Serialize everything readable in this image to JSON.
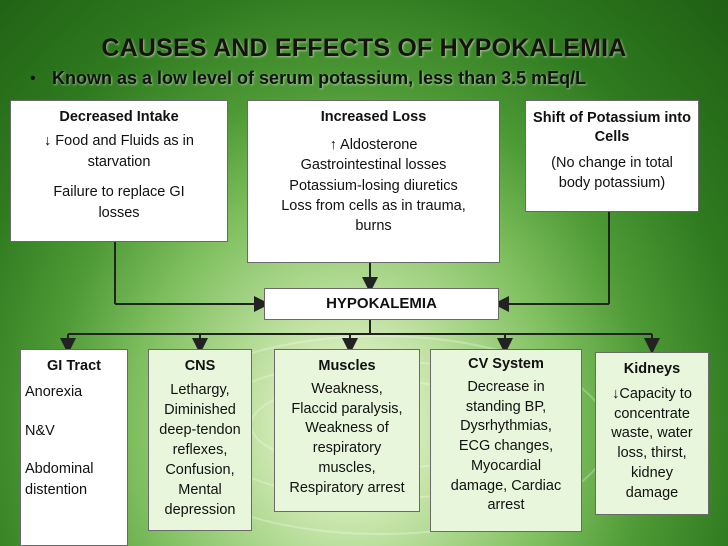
{
  "title": "CAUSES AND EFFECTS OF HYPOKALEMIA",
  "bullet": "Known as a low level of serum potassium, less than 3.5 mEq/L",
  "causes": [
    {
      "heading": "Decreased Intake",
      "lines": [
        "↓ Food and Fluids as in",
        "starvation",
        "",
        "Failure to replace GI",
        "losses"
      ]
    },
    {
      "heading": "Increased Loss",
      "lines": [
        "↑ Aldosterone",
        "Gastrointestinal losses",
        "Potassium-losing diuretics",
        "Loss from cells as in trauma,",
        "burns"
      ]
    },
    {
      "heading": "Shift of Potassium into Cells",
      "lines": [
        "(No change in total",
        "body potassium)"
      ]
    }
  ],
  "center": "HYPOKALEMIA",
  "effects": [
    {
      "heading": "GI Tract",
      "lines": [
        "Anorexia",
        "",
        "N&V",
        "",
        " Abdominal",
        "distention"
      ]
    },
    {
      "heading": "CNS",
      "lines": [
        "Lethargy,",
        "Diminished",
        "deep-tendon",
        "reflexes,",
        "Confusion,",
        "Mental",
        "depression"
      ]
    },
    {
      "heading": "Muscles",
      "lines": [
        "Weakness,",
        "Flaccid paralysis,",
        "Weakness of",
        "respiratory",
        "muscles,",
        "Respiratory arrest"
      ]
    },
    {
      "heading": "CV System",
      "lines": [
        "Decrease in",
        "standing BP,",
        "Dysrhythmias,",
        "ECG changes,",
        "Myocardial",
        "damage, Cardiac",
        "arrest"
      ]
    },
    {
      "heading": "Kidneys",
      "lines": [
        "↓Capacity to",
        "concentrate",
        "waste, water",
        "loss, thirst,",
        "kidney",
        "damage"
      ]
    }
  ]
}
